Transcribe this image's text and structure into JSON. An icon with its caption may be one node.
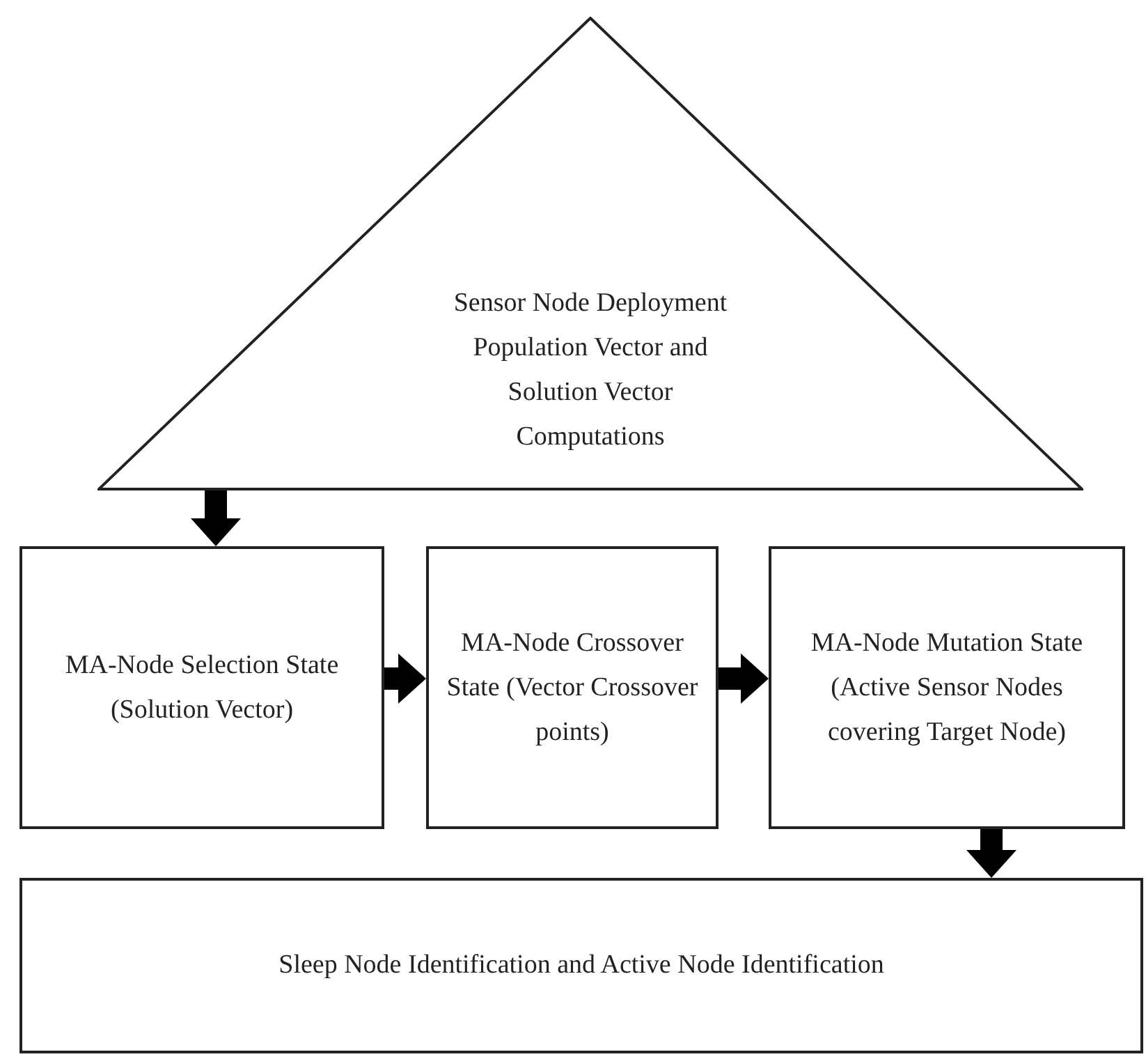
{
  "diagram": {
    "nodes": [
      {
        "text": [
          "Sensor Node Deployment Population Vector and Solution Vector Computations"
        ]
      },
      {
        "text": [
          "MA-Node Selection State (Solution Vector)"
        ]
      },
      {
        "text": [
          "MA-Node Crossover State (Vector Crossover points)"
        ]
      },
      {
        "text": [
          "MA-Node Mutation State (Active Sensor Nodes covering Target Node)"
        ]
      },
      {
        "text": [
          "Sleep Node Identification and Active Node Identification"
        ]
      }
    ],
    "edges": [
      {
        "from": 0,
        "to": 1,
        "arrow": "to"
      },
      {
        "from": 1,
        "to": 2,
        "arrow": "to"
      },
      {
        "from": 2,
        "to": 3,
        "arrow": "to"
      },
      {
        "from": 3,
        "to": 4,
        "arrow": "to"
      }
    ]
  }
}
